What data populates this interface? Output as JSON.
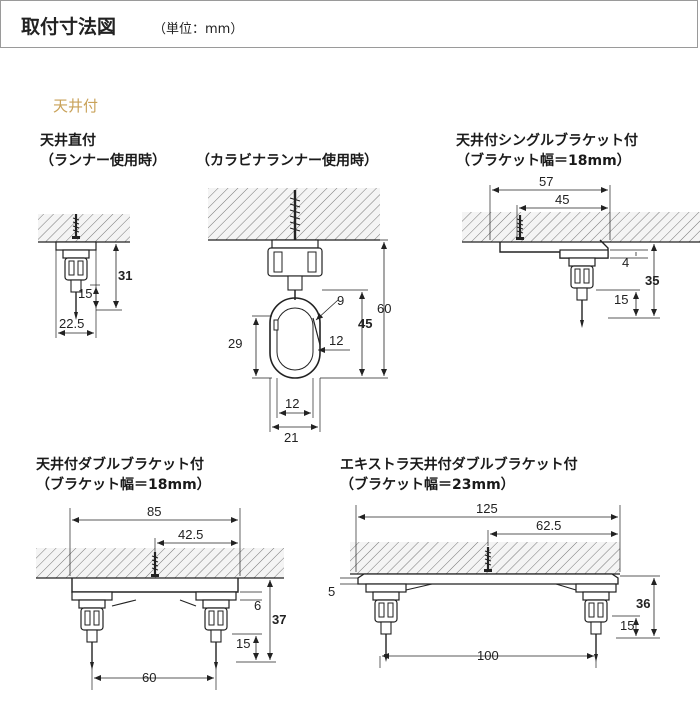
{
  "header": {
    "title": "取付寸法図",
    "unit": "（単位：mm）"
  },
  "section_label": "天井付",
  "diagrams": {
    "ceiling_direct": {
      "title_line1": "天井直付",
      "title_line2": "（ランナー使用時）",
      "dims": {
        "height": "31",
        "hook": "15",
        "width": "22.5"
      }
    },
    "carabiner": {
      "title": "（カラビナランナー使用時）",
      "dims": {
        "total": "60",
        "mid": "45",
        "hook_len": "29",
        "top_gap": "9",
        "side": "12",
        "inner_w": "12",
        "outer_w": "21"
      }
    },
    "single_bracket": {
      "title_line1": "天井付シングルブラケット付",
      "title_line2": "（ブラケット幅＝18mm）",
      "dims": {
        "w1": "57",
        "w2": "45",
        "gap": "4",
        "height": "35",
        "hook": "15"
      }
    },
    "double_bracket": {
      "title_line1": "天井付ダブルブラケット付",
      "title_line2": "（ブラケット幅＝18mm）",
      "dims": {
        "w1": "85",
        "w2": "42.5",
        "gap": "6",
        "height": "37",
        "hook": "15",
        "rail_w": "60"
      }
    },
    "extra_double": {
      "title_line1": "エキストラ天井付ダブルブラケット付",
      "title_line2": "（ブラケット幅＝23mm）",
      "dims": {
        "w1": "125",
        "w2": "62.5",
        "gap": "5",
        "height": "36",
        "hook": "15",
        "rail_w": "100"
      }
    }
  }
}
